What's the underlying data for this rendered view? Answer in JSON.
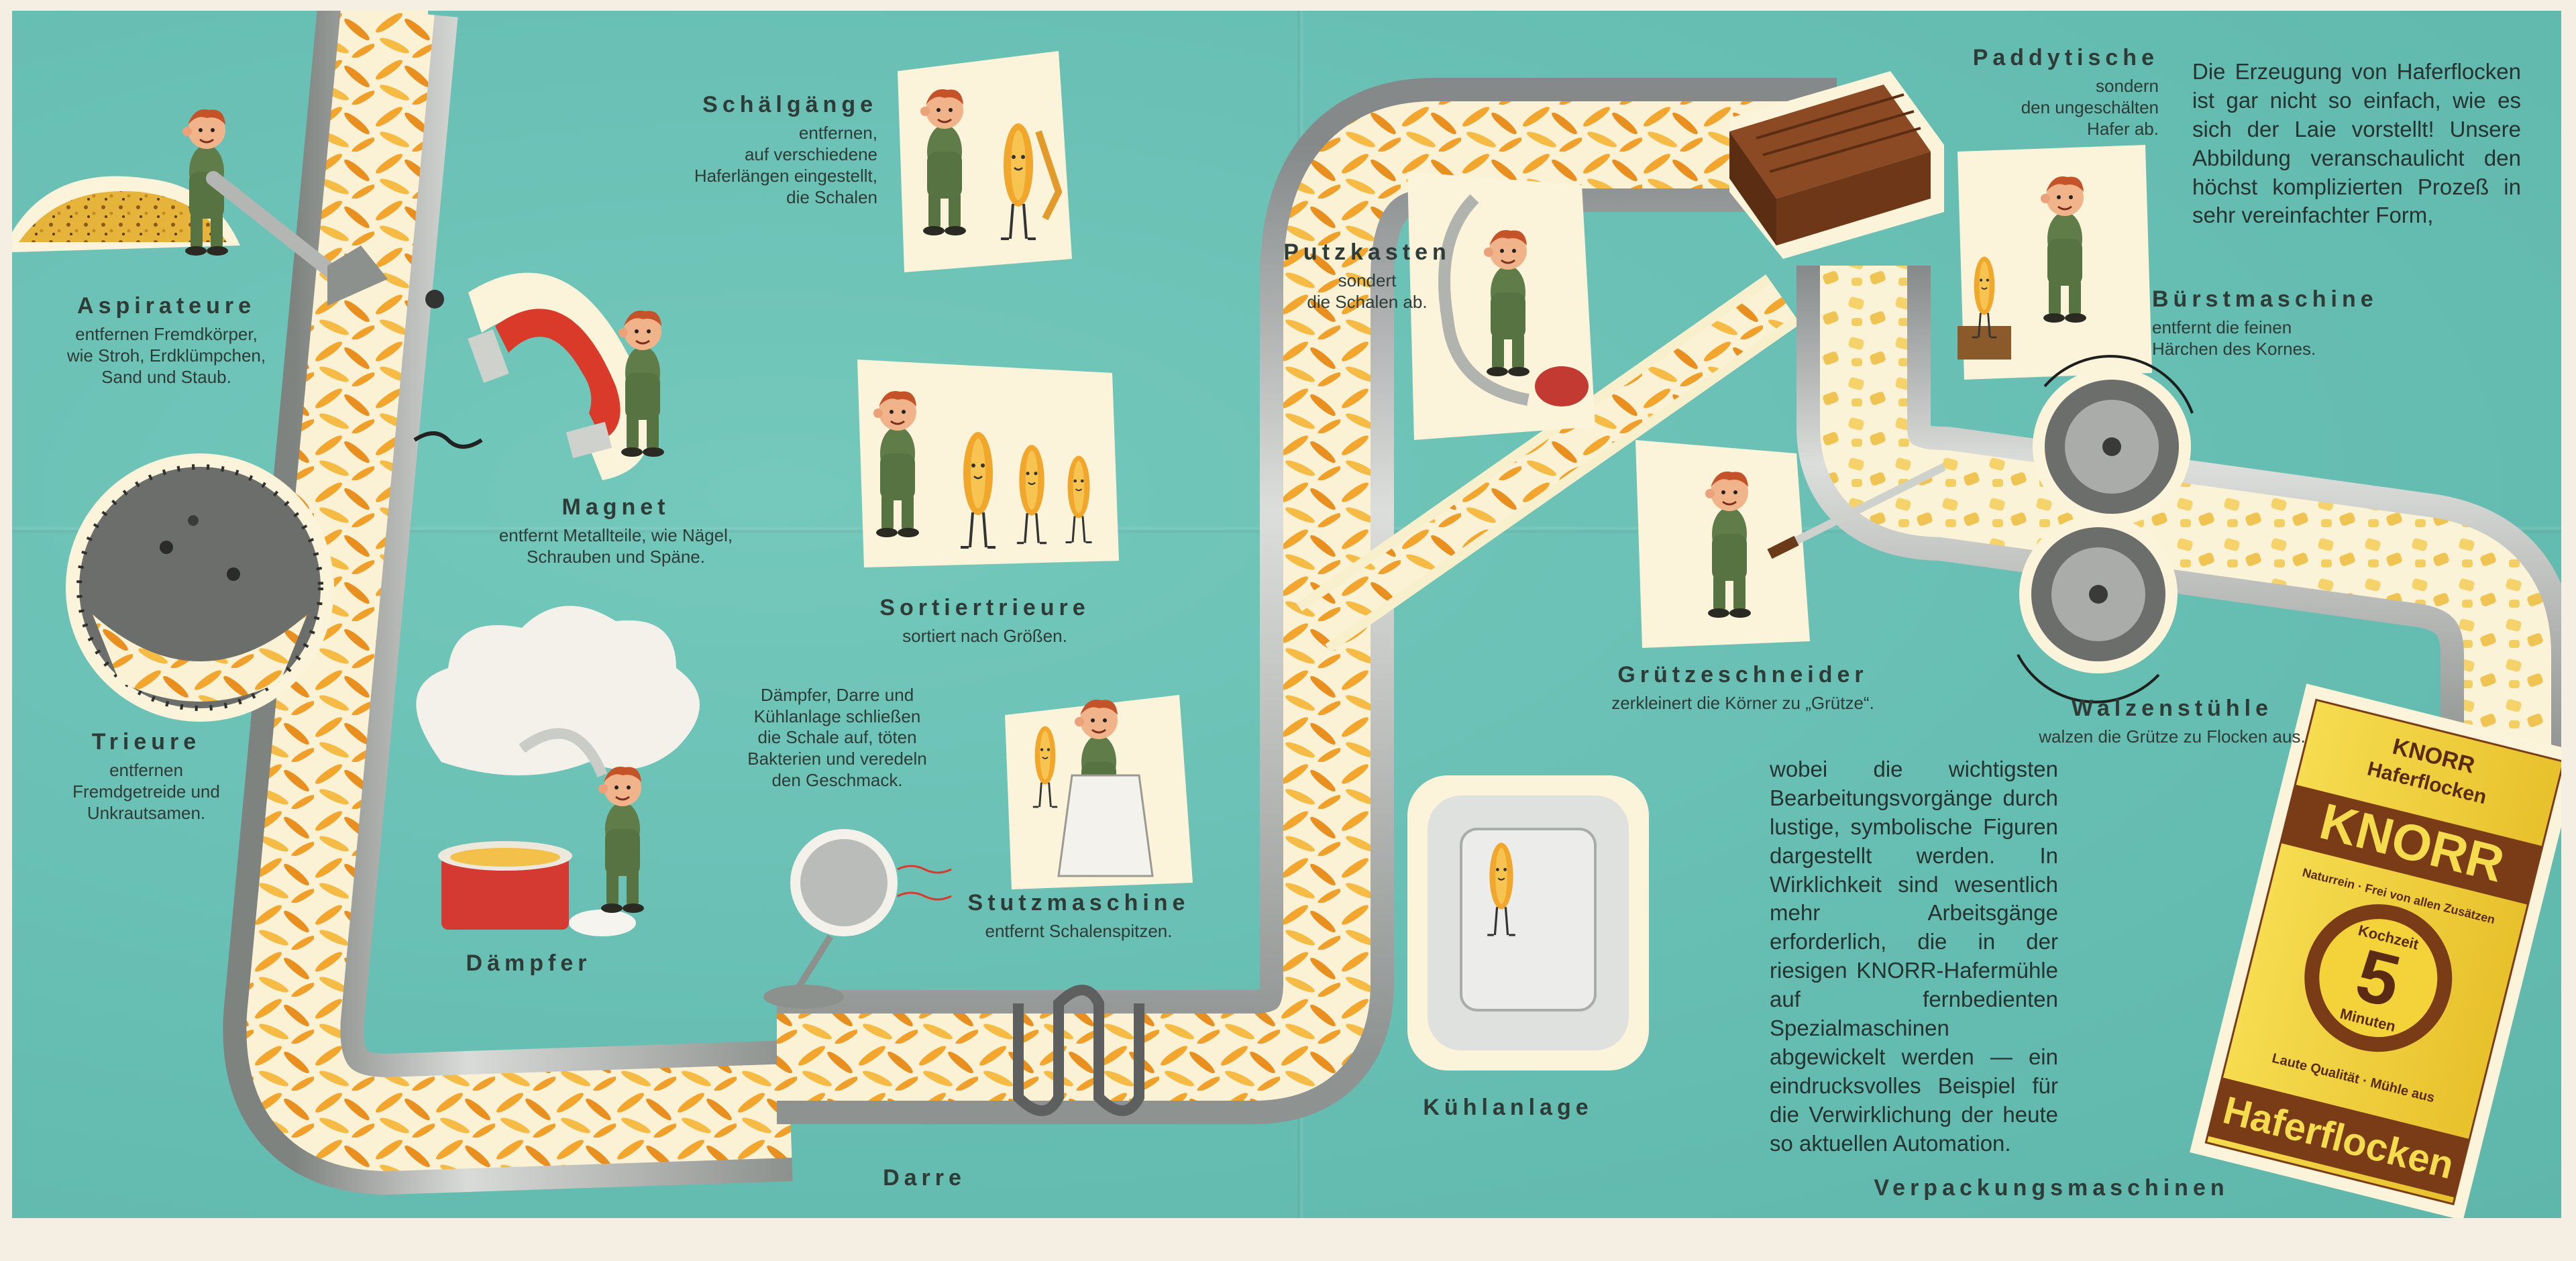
{
  "labels": {
    "aspirateure": {
      "title": "Aspirateure",
      "desc": "entfernen Fremdkörper,\nwie Stroh, Erdklümpchen,\nSand und Staub."
    },
    "magnet": {
      "title": "Magnet",
      "desc": "entfernt Metallteile, wie Nägel,\nSchrauben und Späne."
    },
    "trieure": {
      "title": "Trieure",
      "desc": "entfernen\nFremdgetreide und\nUnkrautsamen."
    },
    "daempfer": {
      "title": "Dämpfer"
    },
    "schaelgaenge": {
      "title": "Schälgänge",
      "desc": "entfernen,\nauf verschiedene\nHaferlängen eingestellt,\ndie Schalen"
    },
    "sortiertrieure": {
      "title": "Sortiertrieure",
      "desc": "sortiert nach Größen."
    },
    "daempfer_info": {
      "desc": "Dämpfer, Darre und\nKühlanlage schließen\ndie Schale auf, töten\nBakterien und veredeln\nden Geschmack."
    },
    "stutzmaschine": {
      "title": "Stutzmaschine",
      "desc": "entfernt Schalenspitzen."
    },
    "darre": {
      "title": "Darre"
    },
    "kuehlanlage": {
      "title": "Kühlanlage"
    },
    "putzkasten": {
      "title": "Putzkasten",
      "desc": "sondert\ndie Schalen ab."
    },
    "paddytische": {
      "title": "Paddytische",
      "desc": "sondern\nden ungeschälten\nHafer ab."
    },
    "buerstmaschine": {
      "title": "Bürstmaschine",
      "desc": "entfernt die feinen\nHärchen des Kornes."
    },
    "gruetzeschneider": {
      "title": "Grützeschneider",
      "desc": "zerkleinert die Körner zu „Grütze“."
    },
    "walzenstuehle": {
      "title": "Walzenstühle",
      "desc": "walzen die Grütze zu Flocken aus."
    },
    "verpackung": {
      "title": "Verpackungsmaschinen"
    }
  },
  "intro_text": "Die Erzeugung von Haferflocken ist gar nicht so einfach, wie es sich der Laie vorstellt! Unsere Abbildung veranschaulicht den höchst komplizierten Prozeß in sehr vereinfachter Form,",
  "body_text": "wobei die wichtigsten Bearbeitungsvorgänge durch lustige, symbolische Figuren dargestellt werden. In Wirklichkeit sind wesentlich mehr Arbeitsgänge erforderlich, die in der riesigen KNORR-Hafermühle auf fernbedienten Spezialmaschinen abgewickelt werden — ein eindrucksvolles Beispiel für die Verwirklichung der heute so aktuellen Automation.",
  "package": {
    "brand_small": "KNORR",
    "product_small": "Haferflocken",
    "brand_big": "KNORR",
    "side_text": "Naturrein · Frei von allen Zusätzen",
    "kochzeit": "Kochzeit",
    "minutes_number": "5",
    "minutes_label": "Minuten",
    "quality": "Laute Qualität · Mühle aus",
    "product_big": "Haferflocken"
  },
  "colors": {
    "background": "#6cc3b7",
    "pipe": "#a9aca8",
    "oat": "#f0a530",
    "package_yellow": "#f3d23a",
    "package_brown": "#7a3b17",
    "worker_green": "#5f7c49"
  }
}
